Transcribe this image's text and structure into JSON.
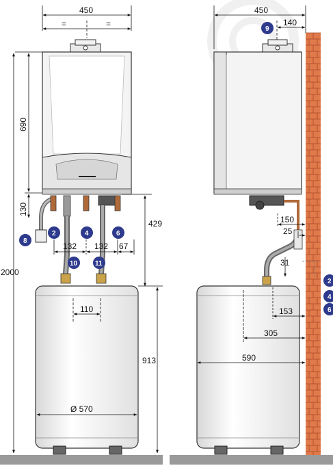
{
  "front_view": {
    "dimensions": {
      "total_width": "450",
      "half_left": "=",
      "half_right": "=",
      "boiler_height": "690",
      "connection_height": "130",
      "total_height": "2000",
      "pipe_drop": "429",
      "spacing_a": "132",
      "spacing_b": "132",
      "spacing_c": "67",
      "cylinder_connections": "110",
      "cylinder_height": "913",
      "cylinder_diameter": "Ø 570"
    },
    "callouts": [
      "2",
      "4",
      "6",
      "8",
      "10",
      "11"
    ]
  },
  "side_view": {
    "dimensions": {
      "total_depth": "450",
      "flue_offset": "140",
      "pipe_offset_150": "150",
      "pipe_offset_25": "25",
      "cylinder_top_gap": "31",
      "cylinder_connection_offset": "153",
      "cylinder_axis_offset": "305",
      "cylinder_depth": "590"
    },
    "callouts": [
      "9",
      "2",
      "4",
      "6"
    ]
  },
  "colors": {
    "callout_fill": "#2e3a8c",
    "wall_brick": "#e07a4a",
    "floor": "#9a9a9a",
    "boiler_body": "#f4f4f4"
  }
}
